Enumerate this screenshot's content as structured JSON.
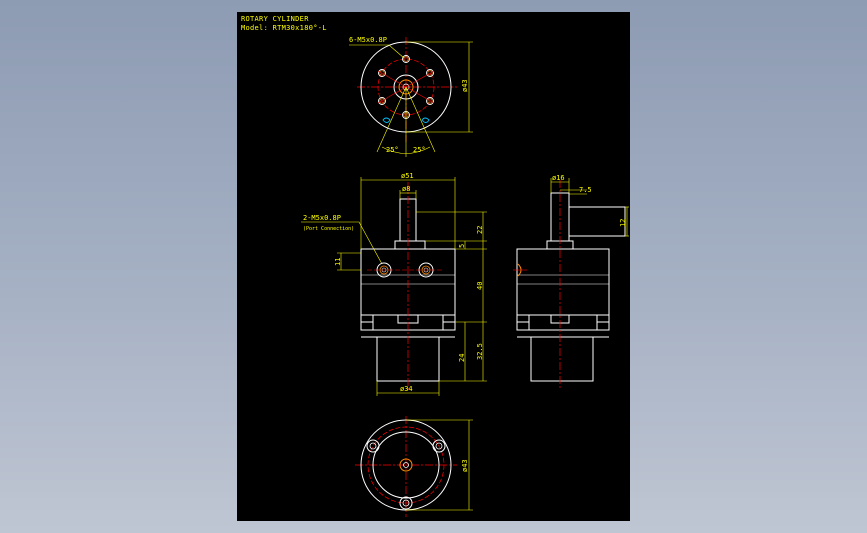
{
  "drawing": {
    "title": "ROTARY CYLINDER",
    "model": "Model: RTM30x180°-L",
    "colors": {
      "background": "#000000",
      "outline": "#ffffff",
      "center_line": "#ff0000",
      "dimension": "#ffff00",
      "hidden": "#00bfff"
    },
    "top_view": {
      "hole_callout": "6-M5x0.8P",
      "dia_label": "ø43",
      "angle_left": "25°",
      "angle_right": "25°"
    },
    "front_view": {
      "width_label": "ø51",
      "shaft_dia_label": "ø8",
      "port_callout": "2-M5x0.8P",
      "port_note": "(Port Connection)",
      "port_height_label": "11",
      "dim_22": "22",
      "dim_5": "5",
      "dim_40": "40",
      "dim_24": "24",
      "dim_32_5": "32.5",
      "base_dia_label": "ø34"
    },
    "side_view": {
      "shaft_dia_label": "ø16",
      "offset_label": "7.5",
      "flat_label": "12"
    },
    "bottom_view": {
      "dia_label": "ø43"
    }
  }
}
